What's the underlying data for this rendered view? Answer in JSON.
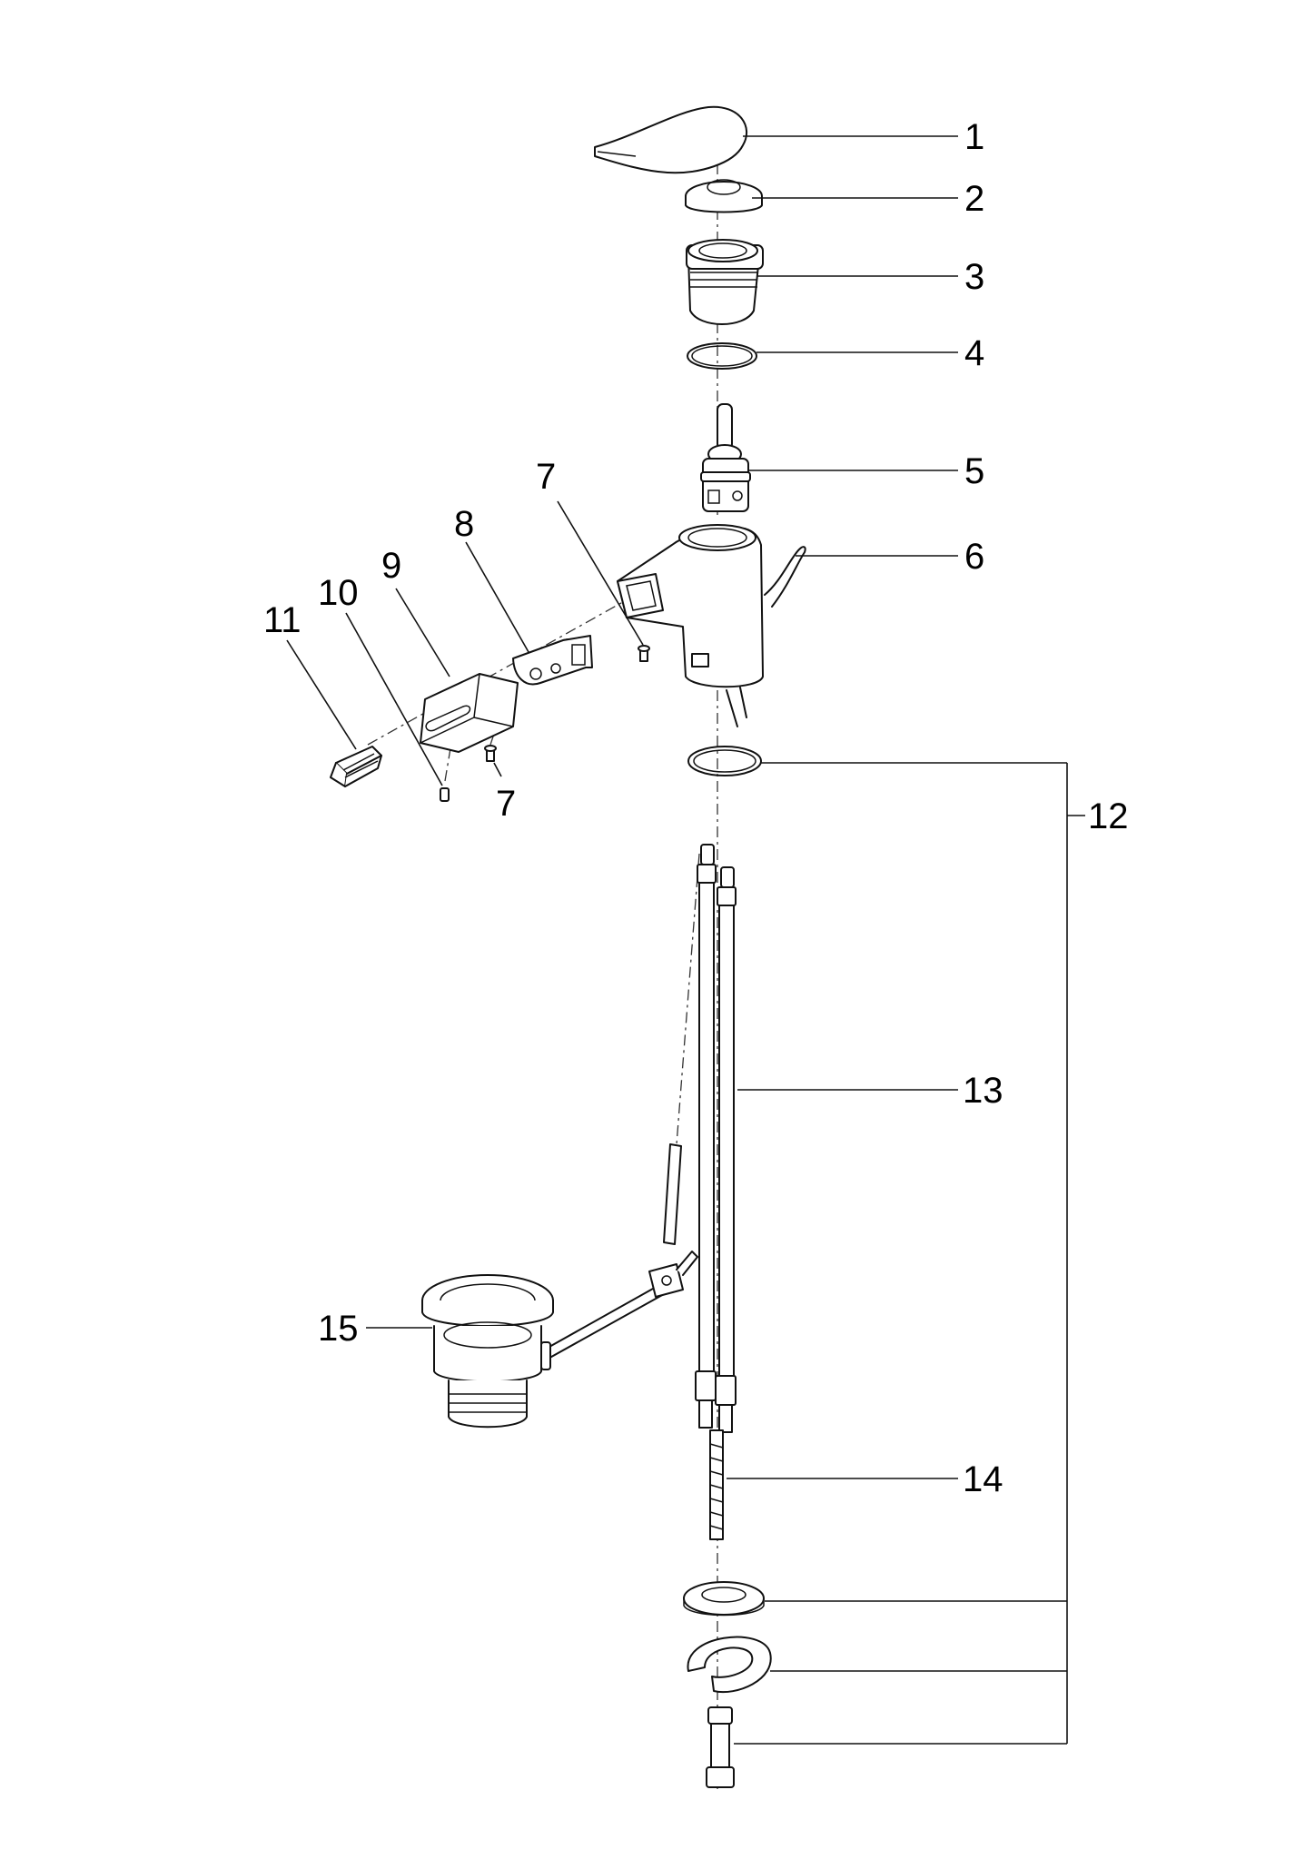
{
  "labels": {
    "p1": "1",
    "p2": "2",
    "p3": "3",
    "p4": "4",
    "p5": "5",
    "p6": "6",
    "p7a": "7",
    "p7b": "7",
    "p8": "8",
    "p9": "9",
    "p10": "10",
    "p11": "11",
    "p12": "12",
    "p13": "13",
    "p14": "14",
    "p15": "15"
  },
  "colors": {
    "line": "#111111",
    "background": "#ffffff"
  }
}
